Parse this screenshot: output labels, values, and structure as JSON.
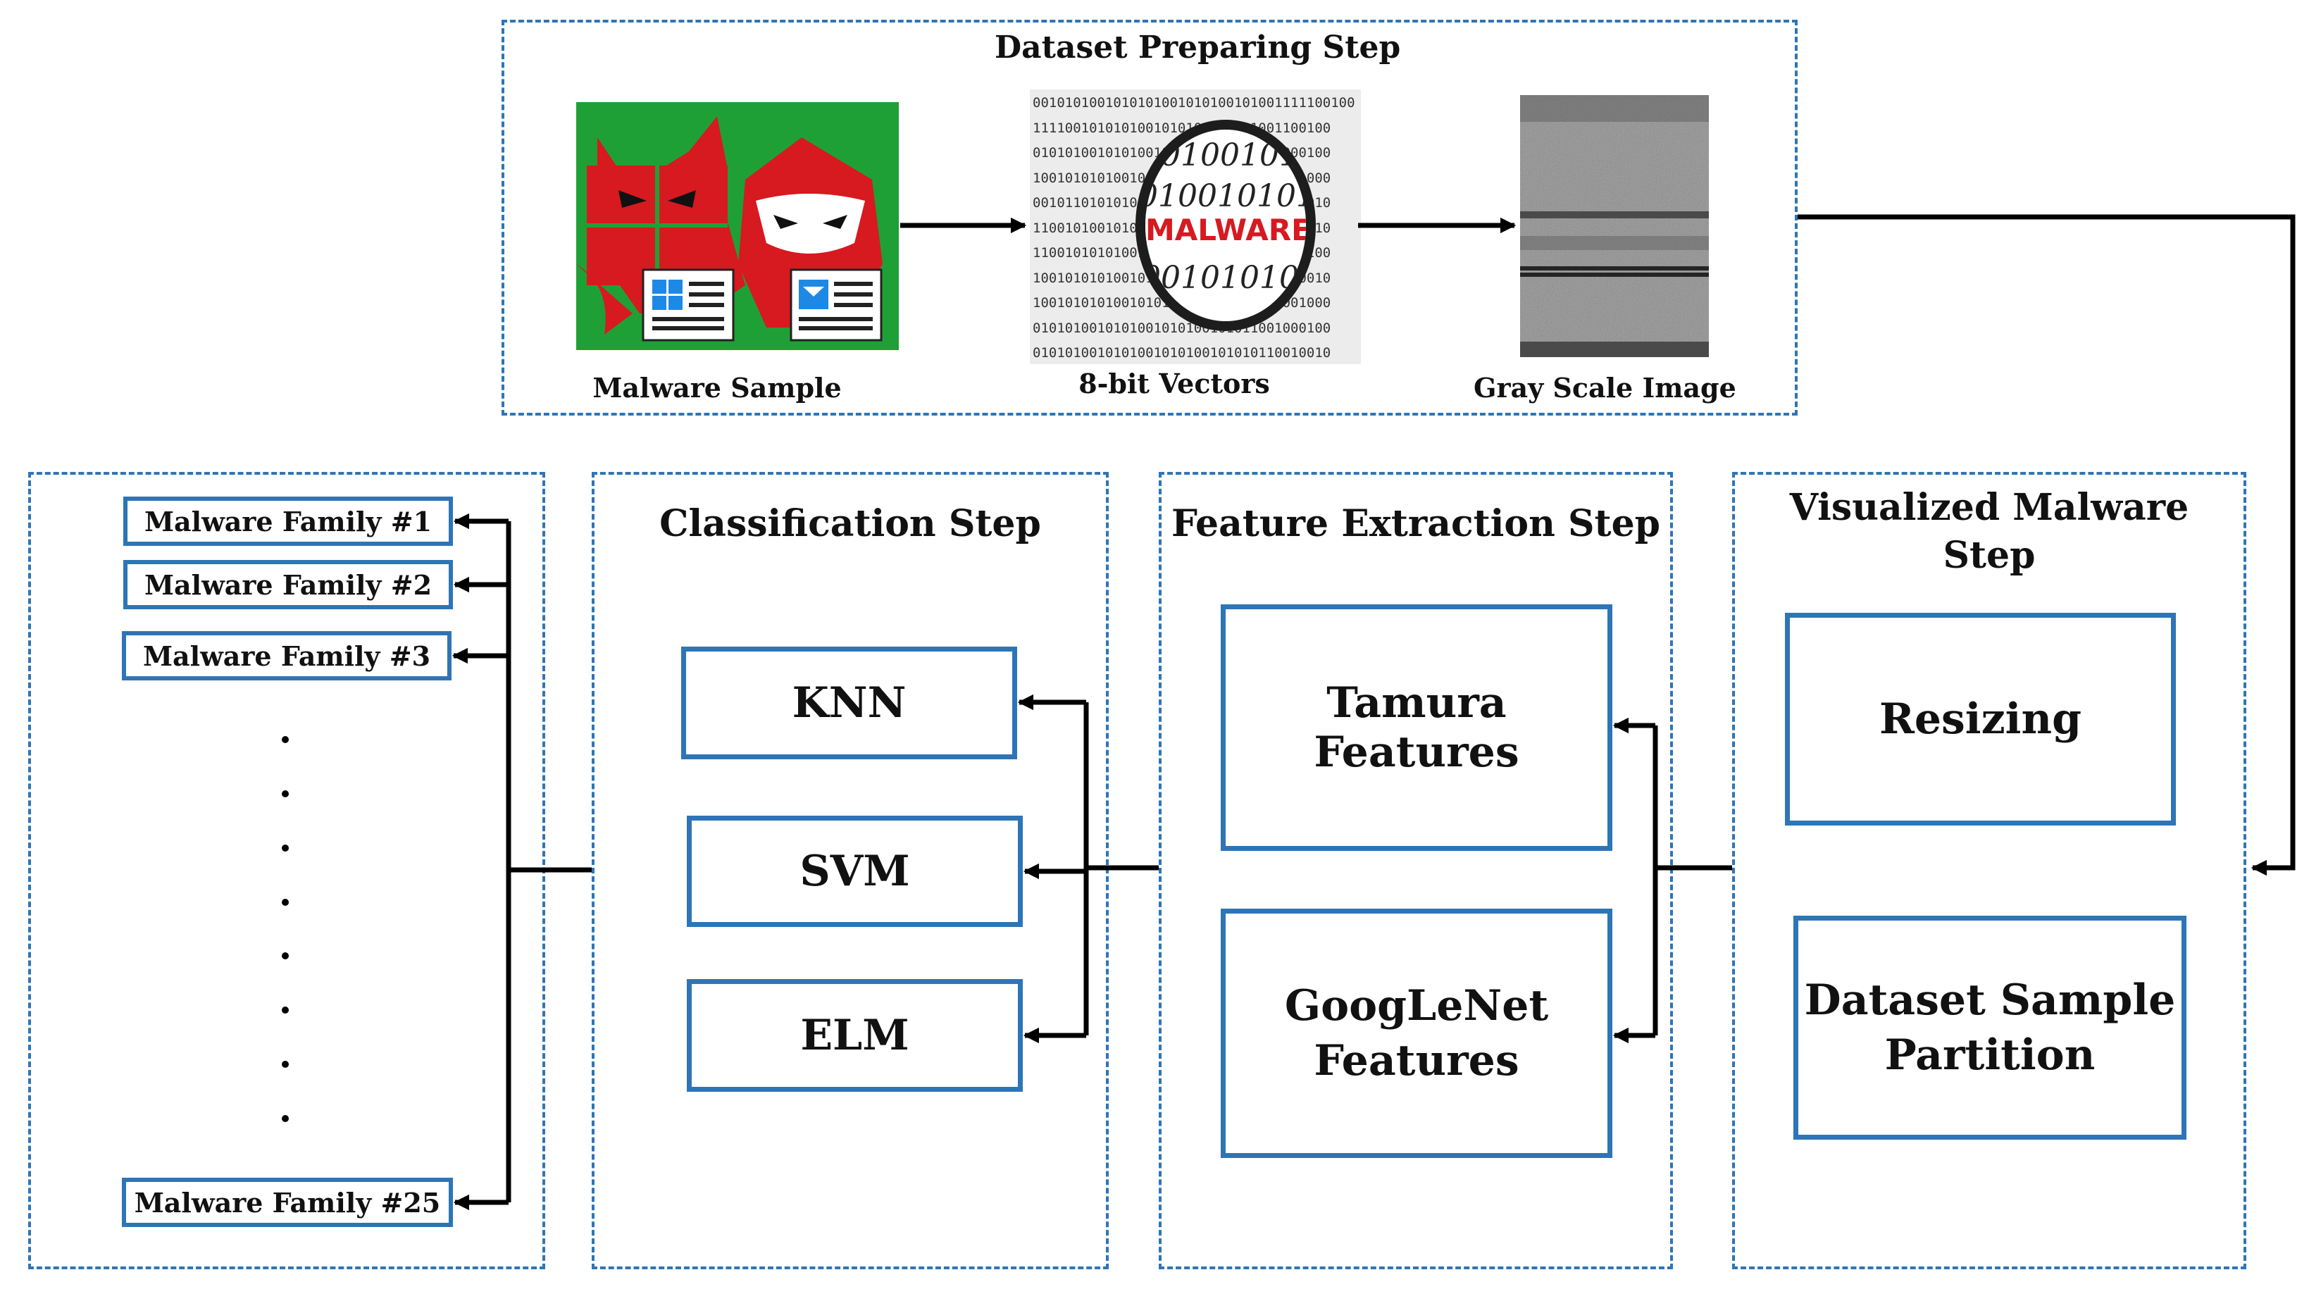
{
  "dataset_step": {
    "title": "Dataset Preparing Step",
    "malware_label": "Malware Sample",
    "vectors_label": "8-bit Vectors",
    "gray_label": "Gray Scale Image",
    "magnifier_word": "MALWARE",
    "binary_lines": [
      "0010101001010101001010100101001111100100",
      "1111001010101001010100101011001100100",
      "0101010010101001010100101010101000100",
      "1001010101001010100101010100101001000",
      "0010110101010010101001010101010100010",
      "1100101001010101001010100101010010010",
      "1100101010100101010010101010100100100",
      "1001010101001010100101010101001100010",
      "1001010101001010100101010010110001000",
      "0101010010101001010100101011001000100",
      "0101010010101001010100101010110010010"
    ],
    "lens_digits": [
      "0100101",
      "01001010101",
      "1010100101010",
      "001010101"
    ]
  },
  "visualized_step": {
    "title_line1": "Visualized Malware",
    "title_line2": "Step",
    "resizing": "Resizing",
    "partition_line1": "Dataset Sample",
    "partition_line2": "Partition"
  },
  "feature_step": {
    "title": "Feature Extraction Step",
    "tamura": "Tamura Features",
    "googlenet_line1": "GoogLeNet",
    "googlenet_line2": "Features"
  },
  "classification_step": {
    "title": "Classification Step",
    "knn": "KNN",
    "svm": "SVM",
    "elm": "ELM"
  },
  "families": {
    "f1": "Malware Family #1",
    "f2": "Malware Family #2",
    "f3": "Malware Family #3",
    "f25": "Malware Family #25"
  },
  "colors": {
    "border_blue": "#2e75b6",
    "malware_bg": "#1fa036",
    "devil_red": "#d71920"
  }
}
